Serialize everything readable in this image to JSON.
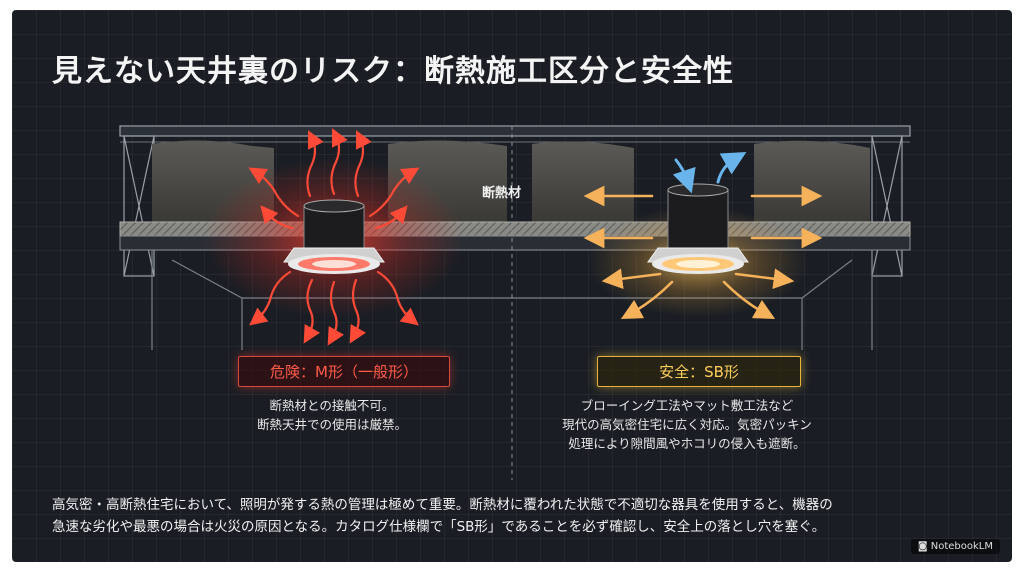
{
  "title": "見えない天井裏のリスク：断熱施工区分と安全性",
  "insulation_label": "断熱材",
  "danger": {
    "tag": "危険：M形（一般形）",
    "lines": [
      "断熱材との接触不可。",
      "断熱天井での使用は厳禁。"
    ]
  },
  "safe": {
    "tag": "安全：SB形",
    "lines": [
      "ブローイング工法やマット敷工法など",
      "現代の高気密住宅に広く対応。気密パッキン",
      "処理により隙間風やホコリの侵入も遮断。"
    ]
  },
  "summary": {
    "line1": "高気密・高断熱住宅において、照明が発する熱の管理は極めて重要。断熱材に覆われた状態で不適切な器具を使用すると、機器の",
    "line2": "急速な劣化や最悪の場合は火災の原因となる。カタログ仕様欄で「SB形」であることを必ず確認し、安全上の落とし穴を塞ぐ。"
  },
  "badge": "NotebookLM",
  "colors": {
    "background": "#1a1e24",
    "danger": "#e8402f",
    "safe": "#f2b24a",
    "airflow": "#5aa0d8"
  }
}
